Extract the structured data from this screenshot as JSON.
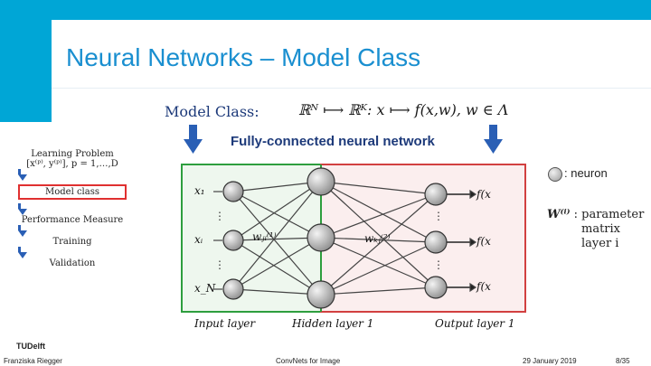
{
  "title": "Neural Networks – Model Class",
  "model_class": {
    "label": "Model Class:",
    "formula": "ℝᴺ ⟼ ℝᴷ:  x ⟼ f(x,w), w ∈ Λ",
    "fc_label": "Fully-connected neural network"
  },
  "legend": {
    "neuron_label": ": neuron",
    "w_symbol": "W⁽ⁱ⁾",
    "w_text": [
      ": parameter",
      "matrix",
      "layer i"
    ]
  },
  "flow": {
    "learning_problem": "Learning Problem",
    "learning_data": "[x⁽ᵖ⁾, y⁽ᵖ⁾], p = 1,…,D",
    "model_class": "Model class",
    "performance": "Performance Measure",
    "training": "Training",
    "validation": "Validation"
  },
  "network": {
    "inputs": [
      "x₁",
      "xᵢ",
      "x_N"
    ],
    "outputs": [
      "f(x",
      "f(x",
      "f(x"
    ],
    "w1": "wⱼᵢ⁽¹⁾",
    "w2": "wₖⱼ⁽²⁾",
    "layer_labels": [
      "Input layer",
      "Hidden layer 1",
      "Output layer 1"
    ]
  },
  "footer": {
    "logo": "TUDelft",
    "author": "Franziska Riegger",
    "course": "ConvNets for Image",
    "date": "29 January 2019",
    "page": "8/35"
  },
  "colors": {
    "accent": "#00a6d6",
    "title": "#1a8fd0",
    "green_box": "#2e9e3e",
    "red_box": "#d24040",
    "arrow": "#2a5fb5"
  }
}
